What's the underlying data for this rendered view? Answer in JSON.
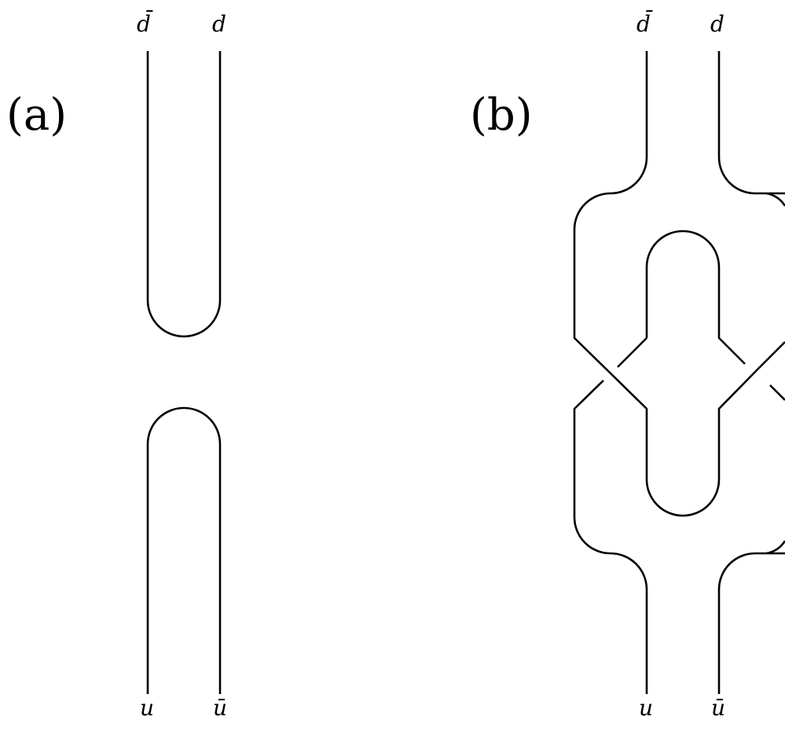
{
  "panels": [
    {
      "label": "(a)",
      "top_labels": [
        "d̄",
        "d"
      ],
      "bottom_labels": [
        "u",
        "ū"
      ]
    },
    {
      "label": "(b)",
      "top_labels": [
        "d̄",
        "d"
      ],
      "bottom_labels": [
        "u",
        "ū"
      ]
    }
  ],
  "colors": {
    "ink": "#000000",
    "background": "#ffffff"
  }
}
